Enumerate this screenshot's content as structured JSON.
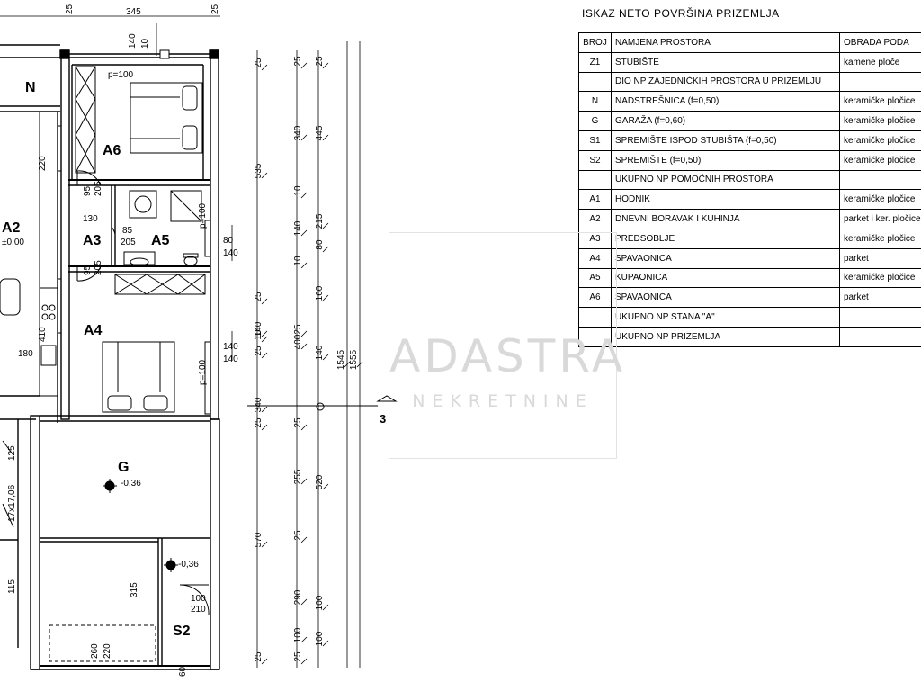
{
  "plan": {
    "rooms": {
      "n": "N",
      "a2": "A2",
      "a2_level": "±0,00",
      "a6": "A6",
      "a3": "A3",
      "a5": "A5",
      "a4": "A4",
      "g": "G",
      "g_level": "-0,36",
      "s2": "S2",
      "s2_level": "-0,36"
    },
    "marks": {
      "p100_a6": "p=100",
      "p100_a5": "p=100",
      "p100_a4": "p=100",
      "d95a": "95",
      "d205a": "205",
      "d85": "85",
      "d205b": "205",
      "d95b": "95",
      "d205c": "205",
      "d130": "130",
      "d220": "220",
      "d180": "180",
      "d410": "410",
      "d100s2": "100",
      "d210s2": "210",
      "d260": "260",
      "d220b": "220",
      "d315": "315",
      "d125": "125",
      "d115": "115",
      "d1706": "17x17,06",
      "d60": "60",
      "d345": "345",
      "d25a": "25",
      "d25b": "25",
      "d140t": "140",
      "d10t": "10",
      "d80r": "80",
      "d140r1": "140",
      "d140r2": "140",
      "d140r3": "140",
      "section": "3"
    },
    "chain1": [
      "25",
      "535",
      "25",
      "140",
      "10",
      "25",
      "340",
      "25",
      "570",
      "25"
    ],
    "chain2": [
      "25",
      "340",
      "10",
      "140",
      "10",
      "25",
      "400",
      "25",
      "255",
      "25",
      "290",
      "100",
      "25"
    ],
    "chain3": [
      "25",
      "445",
      "215",
      "80",
      "160",
      "140",
      "520",
      "100",
      "100"
    ],
    "chain4": [
      "1545"
    ],
    "chain5": [
      "1555"
    ]
  },
  "schedule": {
    "title": "ISKAZ NETO POVRŠINA PRIZEMLJA",
    "header": [
      "BROJ",
      "NAMJENA PROSTORA",
      "OBRADA PODA"
    ],
    "rows": [
      [
        "Z1",
        "STUBIŠTE",
        "kamene ploče"
      ],
      [
        "",
        "DIO NP ZAJEDNIČKIH PROSTORA U PRIZEMLJU",
        ""
      ],
      [
        "N",
        "NADSTREŠNICA (f=0,50)",
        "keramičke pločice"
      ],
      [
        "G",
        "GARAŽA (f=0,60)",
        "keramičke pločice"
      ],
      [
        "S1",
        "SPREMIŠTE ISPOD STUBIŠTA (f=0,50)",
        "keramičke pločice"
      ],
      [
        "S2",
        "SPREMIŠTE (f=0,50)",
        "keramičke pločice"
      ],
      [
        "",
        "UKUPNO NP POMOĆNIH PROSTORA",
        ""
      ],
      [
        "A1",
        "HODNIK",
        "keramičke pločice"
      ],
      [
        "A2",
        "DNEVNI BORAVAK I KUHINJA",
        "parket i ker. pločice"
      ],
      [
        "A3",
        "PREDSOBLJE",
        "keramičke pločice"
      ],
      [
        "A4",
        "SPAVAONICA",
        "parket"
      ],
      [
        "A5",
        "KUPAONICA",
        "keramičke pločice"
      ],
      [
        "A6",
        "SPAVAONICA",
        "parket"
      ],
      [
        "",
        "UKUPNO NP STANA \"A\"",
        ""
      ],
      [
        "",
        "UKUPNO NP PRIZEMLJA",
        ""
      ]
    ]
  },
  "watermark": {
    "line1": "ADASTRA",
    "line2": "NEKRETNINE"
  }
}
